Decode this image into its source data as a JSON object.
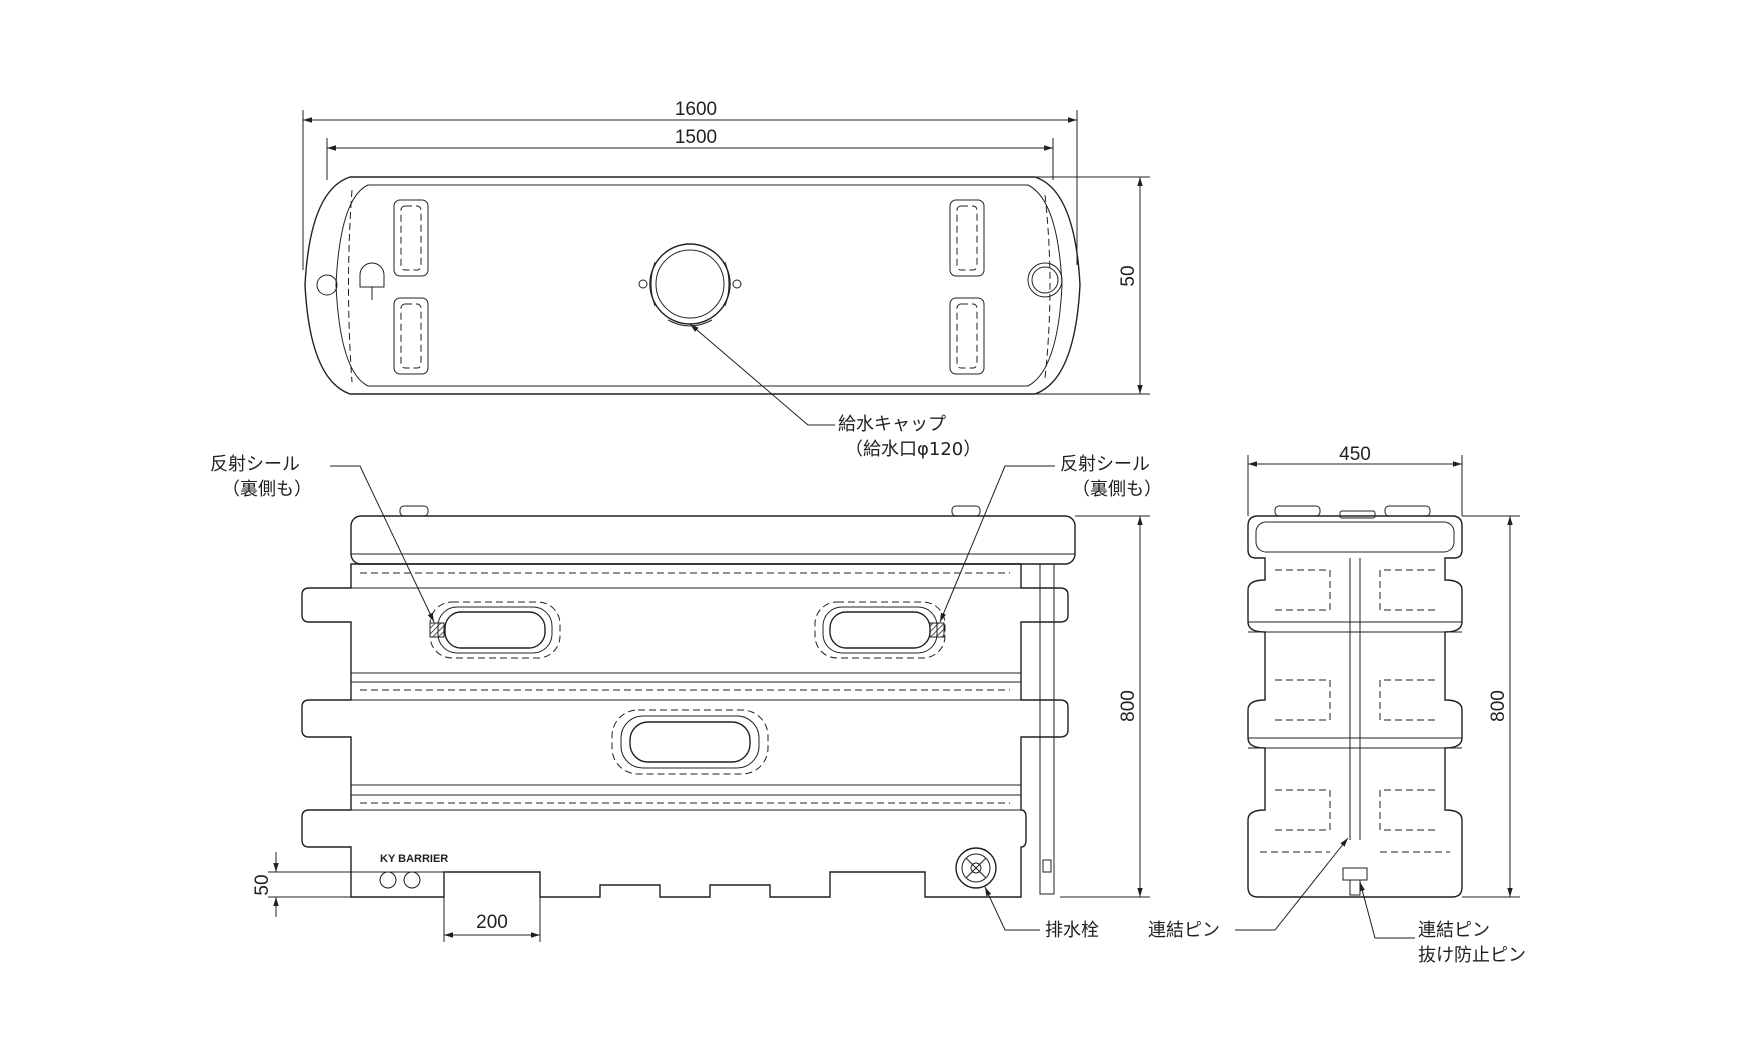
{
  "dimensions": {
    "top_overall": "1600",
    "top_inner": "1500",
    "top_height": "50",
    "front_height": "800",
    "front_foot_height": "50",
    "front_notch_width": "200",
    "side_width": "450",
    "side_height": "800"
  },
  "callouts": {
    "water_cap_line1": "給水キャップ",
    "water_cap_line2": "（給水口φ120）",
    "reflect_left_line1": "反射シール",
    "reflect_left_line2": "（裏側も）",
    "reflect_right_line1": "反射シール",
    "reflect_right_line2": "（裏側も）",
    "drain_plug": "排水栓",
    "connect_pin": "連結ピン",
    "pin_stopper_line1": "連結ピン",
    "pin_stopper_line2": "抜け防止ピン"
  },
  "brand_label": "KY BARRIER"
}
